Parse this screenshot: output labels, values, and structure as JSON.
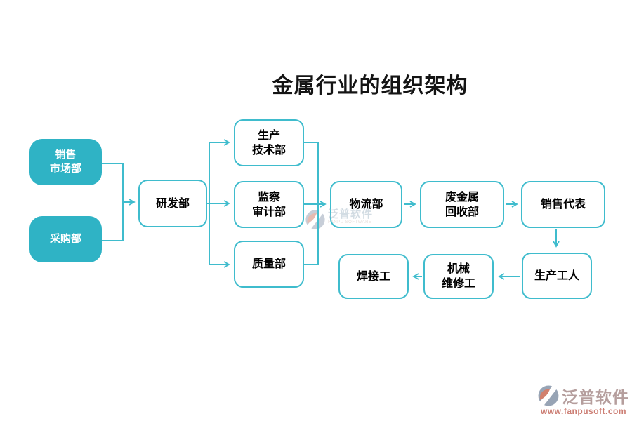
{
  "title": "金属行业的组织架构",
  "chart": {
    "type": "org-flowchart",
    "nodes": [
      {
        "id": "sales-market",
        "label": "销售\n市场部",
        "style": "filled"
      },
      {
        "id": "procurement",
        "label": "采购部",
        "style": "filled"
      },
      {
        "id": "rnd",
        "label": "研发部",
        "style": "outline"
      },
      {
        "id": "production-tech",
        "label": "生产\n技术部",
        "style": "outline"
      },
      {
        "id": "supervision-audit",
        "label": "监察\n审计部",
        "style": "outline"
      },
      {
        "id": "quality",
        "label": "质量部",
        "style": "outline"
      },
      {
        "id": "logistics",
        "label": "物流部",
        "style": "outline"
      },
      {
        "id": "scrap-metal-recycling",
        "label": "废金属\n回收部",
        "style": "outline"
      },
      {
        "id": "sales-rep",
        "label": "销售代表",
        "style": "outline"
      },
      {
        "id": "production-worker",
        "label": "生产工人",
        "style": "outline"
      },
      {
        "id": "machine-repair",
        "label": "机械\n维修工",
        "style": "outline"
      },
      {
        "id": "welder",
        "label": "焊接工",
        "style": "outline"
      }
    ],
    "edges": [
      "销售市场部 → 研发部",
      "采购部 → 研发部",
      "研发部 → 生产技术部",
      "研发部 → 监察审计部",
      "研发部 → 质量部",
      "生产技术部 → 物流部",
      "监察审计部 → 物流部",
      "质量部 → 物流部",
      "物流部 → 废金属回收部",
      "废金属回收部 → 销售代表",
      "销售代表 → 生产工人",
      "生产工人 → 机械维修工",
      "机械维修工 → 焊接工"
    ]
  },
  "watermarks": {
    "center": {
      "brand": "泛普软件",
      "caption": "FANPU SOFTWARE"
    },
    "corner": {
      "brand": "泛普软件",
      "url": "www.fanpusoft.com"
    }
  },
  "colors": {
    "node_fill_teal": "#2fb3c5",
    "node_border_teal": "#3fbccd",
    "connector_teal": "#3fbccd",
    "title_text": "#141414",
    "node_text": "#000000",
    "filled_node_text": "#ffffff",
    "watermark_url_red": "#c4685c",
    "watermark_logo_gray": "#8595a9",
    "watermark_logo_red": "#c96a55"
  }
}
